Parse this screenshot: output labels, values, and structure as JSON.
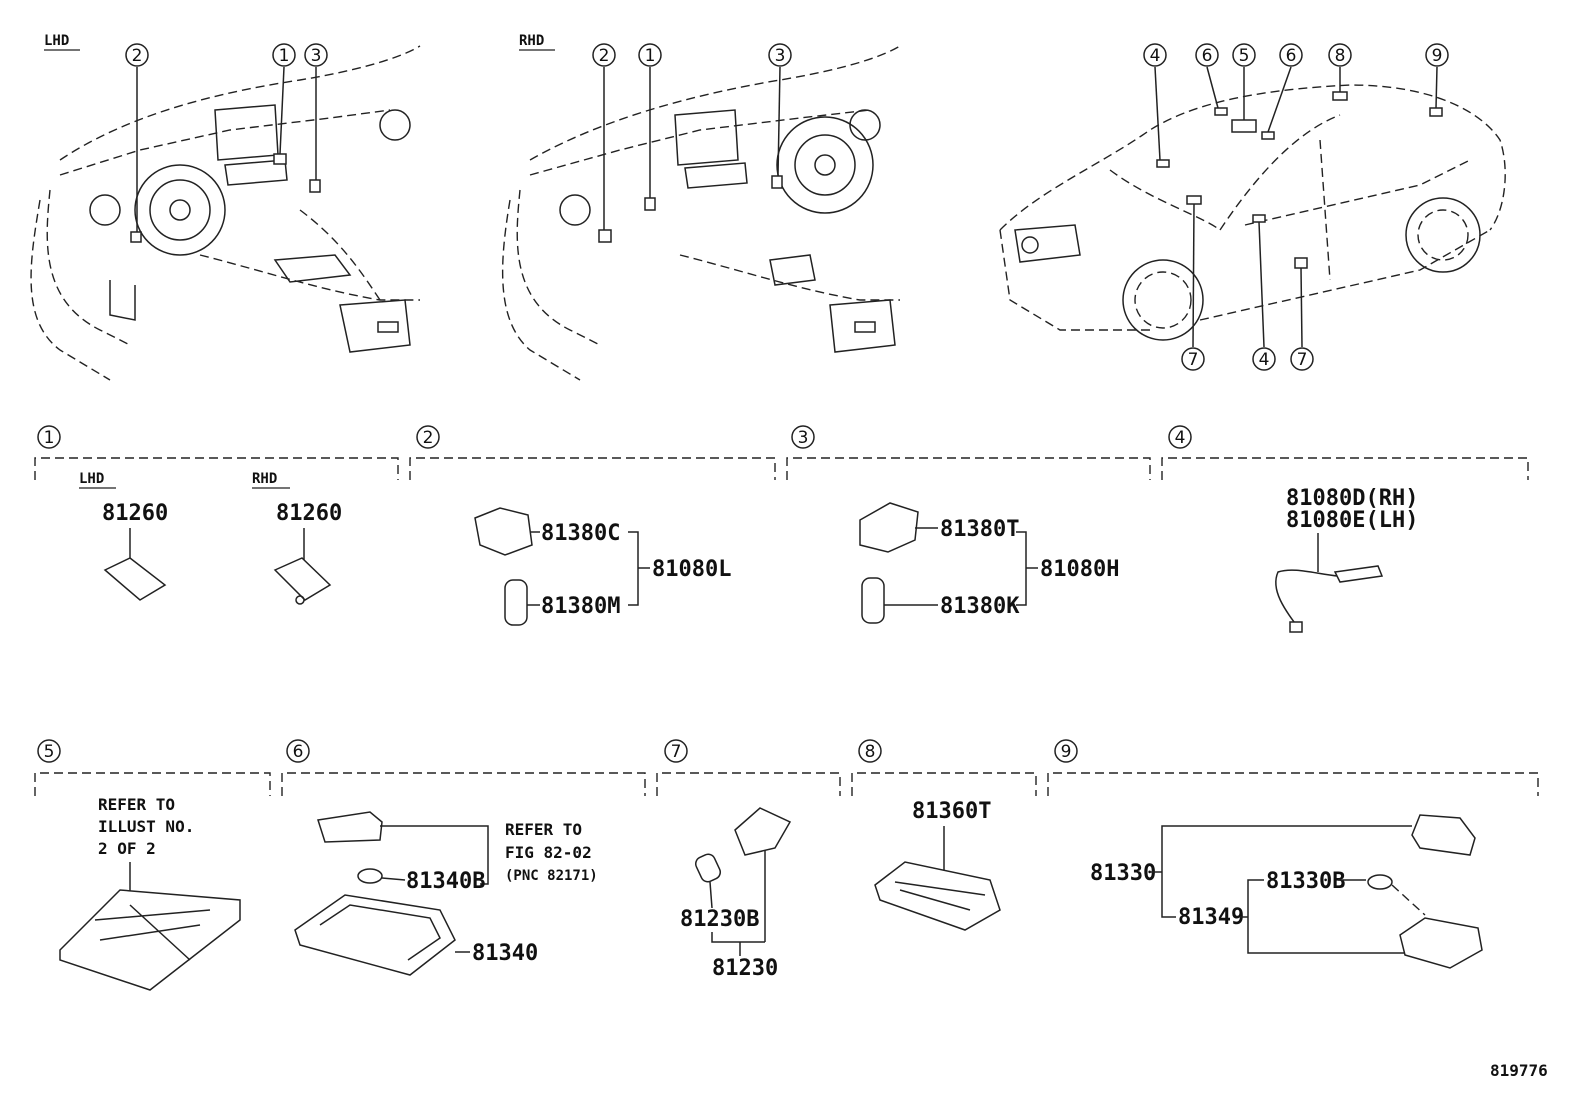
{
  "overview": {
    "lhd_label": "LHD",
    "rhd_label": "RHD",
    "lhd_callouts": [
      "2",
      "1",
      "3"
    ],
    "rhd_callouts": [
      "2",
      "1",
      "3"
    ],
    "car_callouts_top": [
      "4",
      "6",
      "5",
      "6",
      "8",
      "9"
    ],
    "car_callouts_bottom": [
      "7",
      "4",
      "7"
    ]
  },
  "sections": {
    "s1": {
      "number": "1",
      "lhd_label": "LHD",
      "rhd_label": "RHD",
      "lhd_part": "81260",
      "rhd_part": "81260"
    },
    "s2": {
      "number": "2",
      "part_a": "81380C",
      "part_b": "81380M",
      "assembly": "81080L"
    },
    "s3": {
      "number": "3",
      "part_a": "81380T",
      "part_b": "81380K",
      "assembly": "81080H"
    },
    "s4": {
      "number": "4",
      "part_rh": "81080D(RH)",
      "part_lh": "81080E(LH)"
    },
    "s5": {
      "number": "5",
      "note_line1": "REFER TO",
      "note_line2": "ILLUST NO.",
      "note_line3": "2 OF 2"
    },
    "s6": {
      "number": "6",
      "note_line1": "REFER TO",
      "note_line2": "FIG 82-02",
      "note_line3": "(PNC 82171)",
      "bulb": "81340B",
      "lens": "81340"
    },
    "s7": {
      "number": "7",
      "bulb": "81230B",
      "assembly": "81230"
    },
    "s8": {
      "number": "8",
      "part": "81360T"
    },
    "s9": {
      "number": "9",
      "assembly": "81330",
      "sub_assembly": "81349",
      "bulb": "81330B"
    }
  },
  "footer": {
    "illustration_id": "819776"
  }
}
